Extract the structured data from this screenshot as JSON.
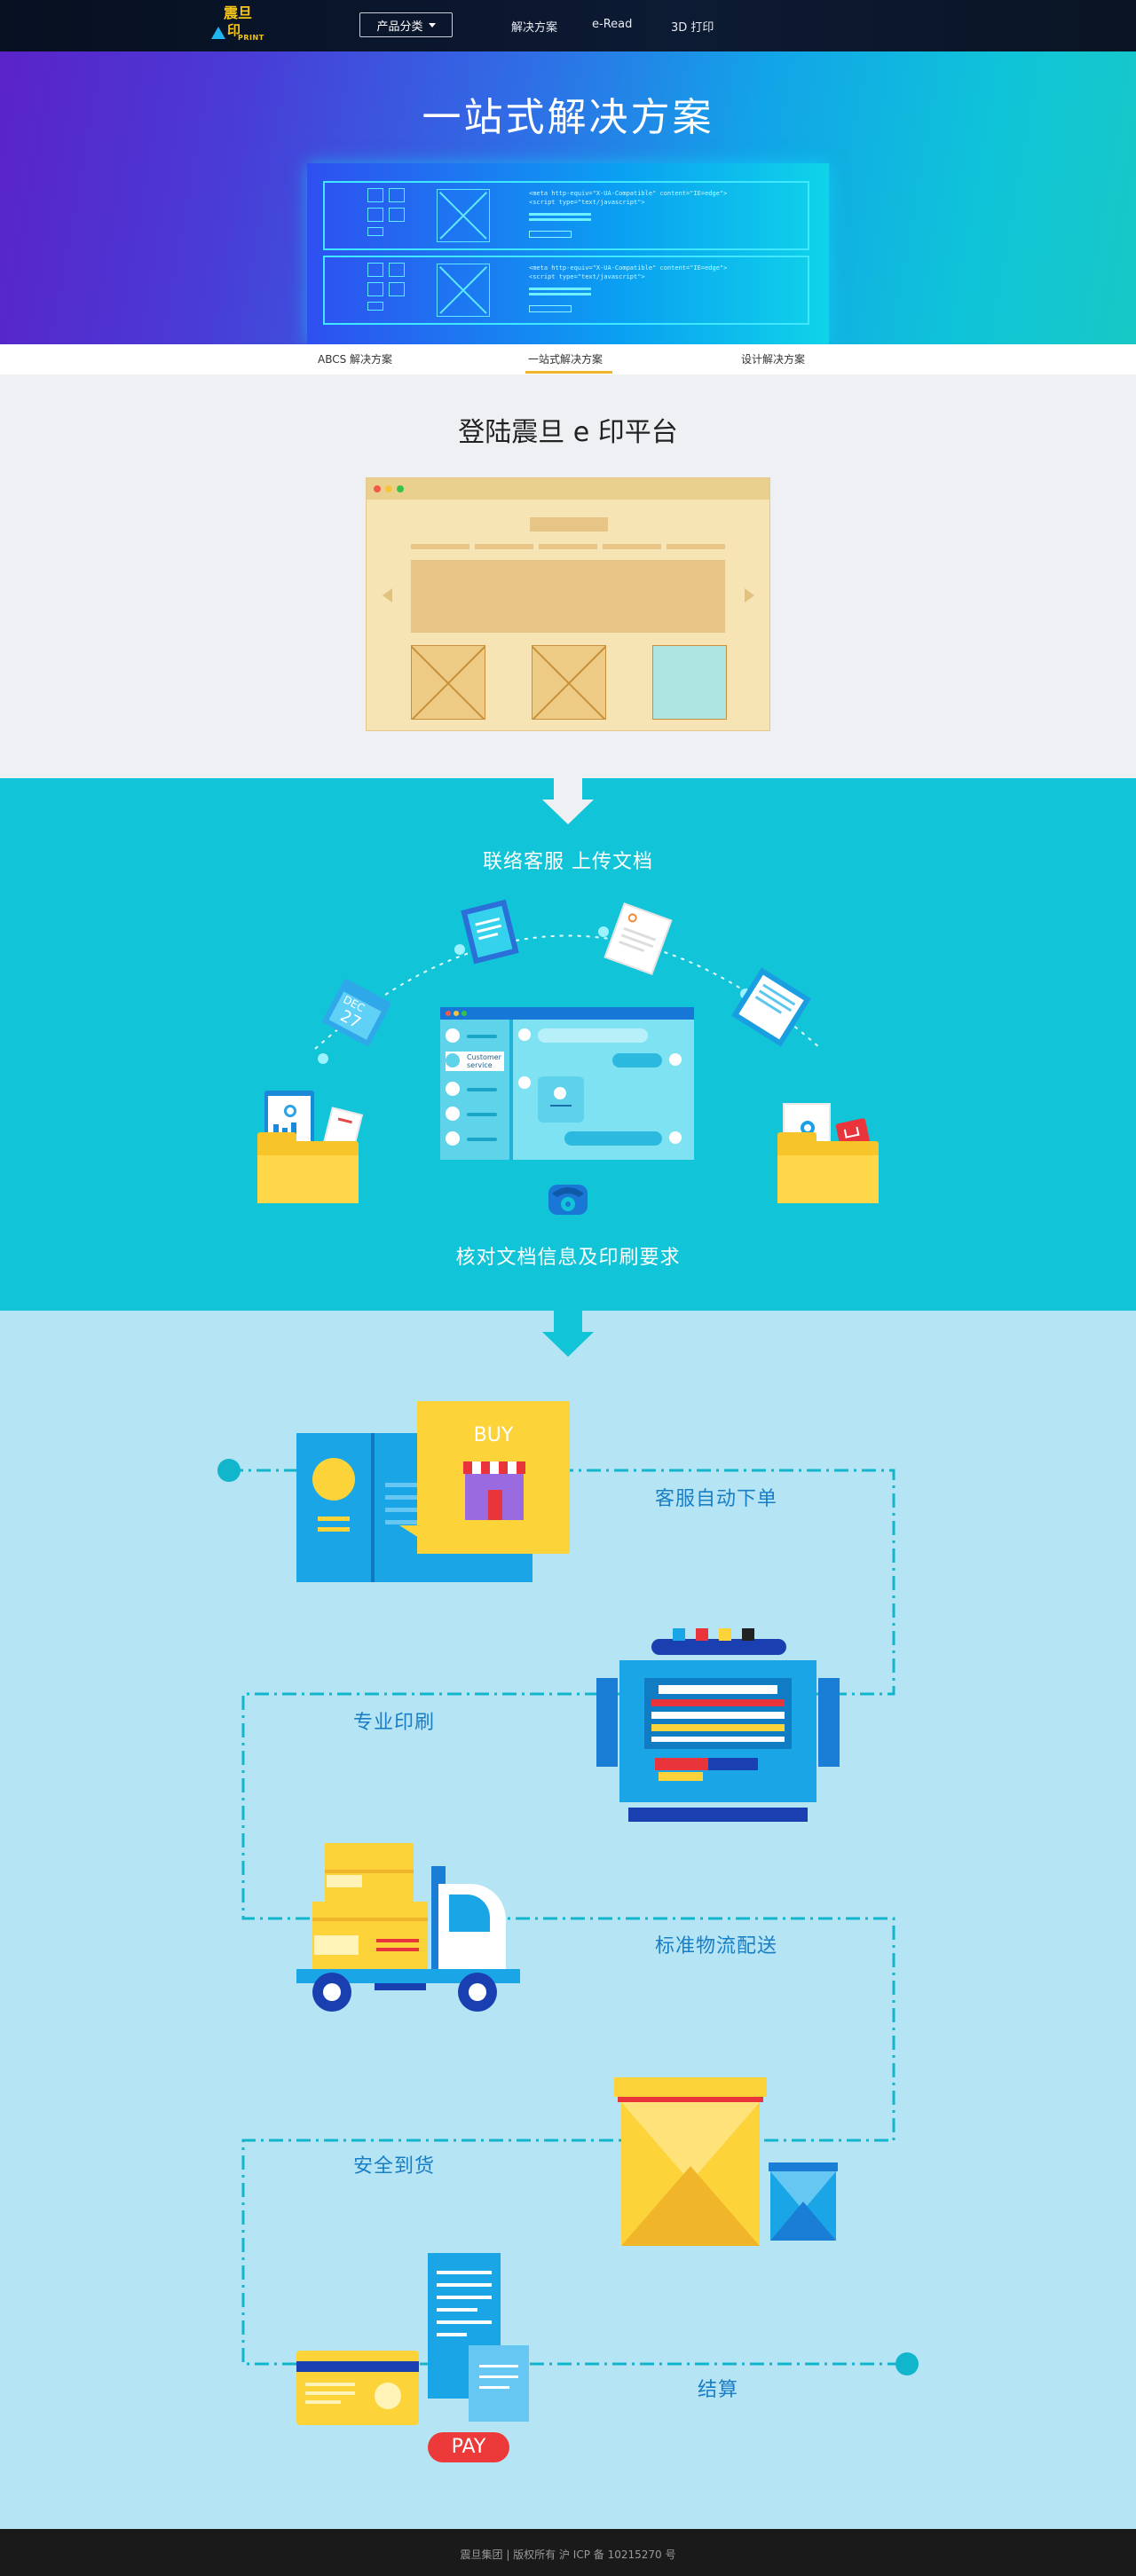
{
  "nav": {
    "logo": {
      "line1": "震旦",
      "line2": "印",
      "line3": "PRINT"
    },
    "product_dropdown": "产品分类",
    "links": [
      "解决方案",
      "e-Read",
      "3D 打印"
    ]
  },
  "hero": {
    "title": "一站式解决方案",
    "code_lines": [
      "<meta http-equiv=\"X-UA-Compatible\" content=\"IE=edge\">",
      "<script type=\"text/javascript\">"
    ]
  },
  "tabs": {
    "items": [
      "ABCS 解决方案",
      "一站式解决方案",
      "设计解决方案"
    ],
    "active_index": 1
  },
  "section1": {
    "title": "登陆震旦 e 印平台"
  },
  "section2": {
    "title": "联络客服   上传文档",
    "subtitle": "核对文档信息及印刷要求",
    "chat_label_1": "Customer",
    "chat_label_2": "service",
    "calendar_month": "DEC",
    "calendar_day": "27"
  },
  "section3": {
    "buy_label": "BUY",
    "steps": [
      "客服自动下单",
      "专业印刷",
      "标准物流配送",
      "安全到货",
      "结算"
    ],
    "pay_label": "PAY"
  },
  "footer": {
    "text": "震旦集团 | 版权所有 沪 ICP 备 10215270 号"
  },
  "colors": {
    "accent": "#f1b52c",
    "teal": "#12c4d7",
    "light_blue": "#b5e4f4",
    "flow_line": "#12b6cc",
    "step_text": "#1a7ec4",
    "pay": "#ec3a3a"
  }
}
